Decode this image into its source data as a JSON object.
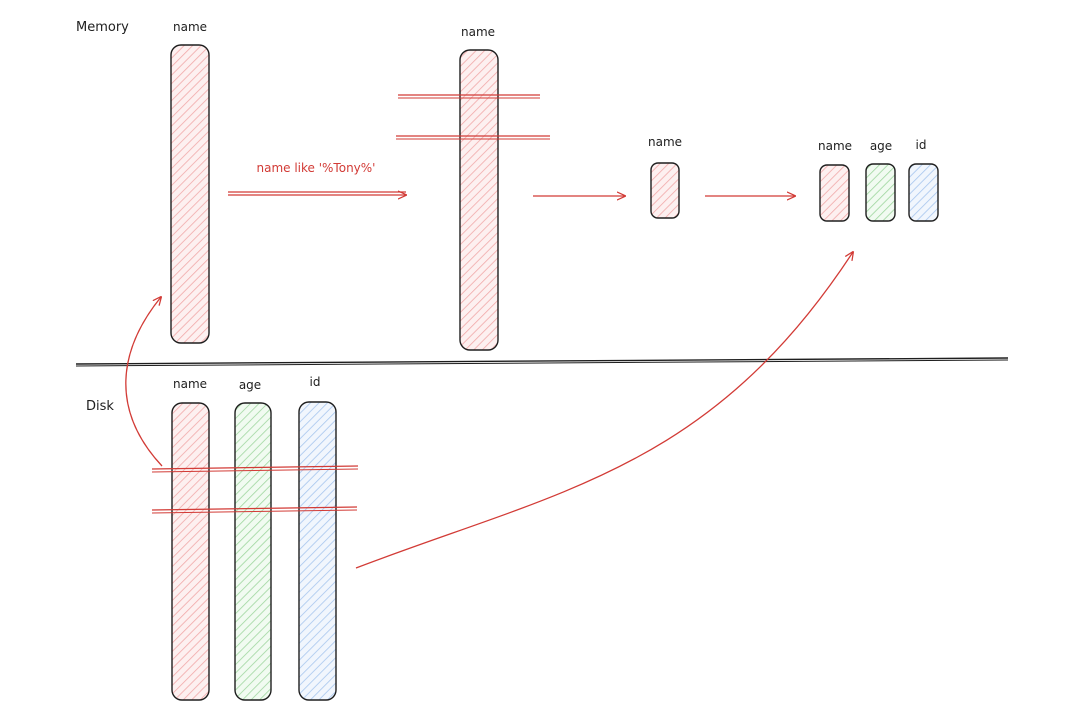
{
  "regions": {
    "memory": "Memory",
    "disk": "Disk"
  },
  "memory": {
    "full_column_label": "name",
    "filtered_column_label": "name",
    "result_name_label": "name",
    "final_labels": [
      "name",
      "age",
      "id"
    ]
  },
  "filter": {
    "condition": "name like '%Tony%'"
  },
  "disk": {
    "column_labels": [
      "name",
      "age",
      "id"
    ]
  },
  "colors": {
    "name_fill": "#f6c9c9",
    "age_fill": "#c4e8c4",
    "id_fill": "#c6dcf4",
    "stroke": "#1e1e1e",
    "accent": "#d23b36"
  },
  "icons": {
    "hatch": "diagonal-hatch-fill"
  }
}
